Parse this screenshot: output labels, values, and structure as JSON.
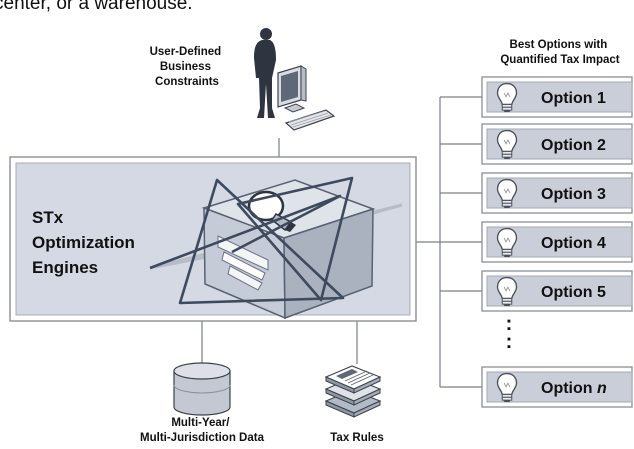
{
  "intro_text": "center, or a warehouse.",
  "constraints": {
    "line1": "User-Defined",
    "line2": "Business",
    "line3": "Constraints"
  },
  "engine": {
    "line1": "STx",
    "line2": "Optimization",
    "line3": "Engines"
  },
  "options_header": {
    "line1": "Best Options with",
    "line2": "Quantified Tax Impact"
  },
  "options": [
    {
      "prefix": "Option",
      "suffix": "1"
    },
    {
      "prefix": "Option",
      "suffix": "2"
    },
    {
      "prefix": "Option",
      "suffix": "3"
    },
    {
      "prefix": "Option",
      "suffix": "4"
    },
    {
      "prefix": "Option",
      "suffix": "5"
    },
    {
      "prefix": "Option",
      "suffix": "n"
    }
  ],
  "ellipsis": ":",
  "data_source": {
    "line1": "Multi-Year/",
    "line2": "Multi-Jurisdiction Data"
  },
  "tax_rules": "Tax Rules",
  "colors": {
    "engine_panel": "#d5d9e4",
    "option_box": "#c9ced9",
    "line": "#7a7f89",
    "cube_top": "#dfe3ea",
    "cube_left": "#c6ccd7",
    "cube_right": "#aab2c0",
    "triangle": "#3e4a5e",
    "text": "#111111"
  },
  "icons": {
    "person": "person-silhouette-icon",
    "computer": "computer-icon",
    "bulb": "lightbulb-icon",
    "database": "database-icon",
    "documents": "documents-stack-icon"
  }
}
